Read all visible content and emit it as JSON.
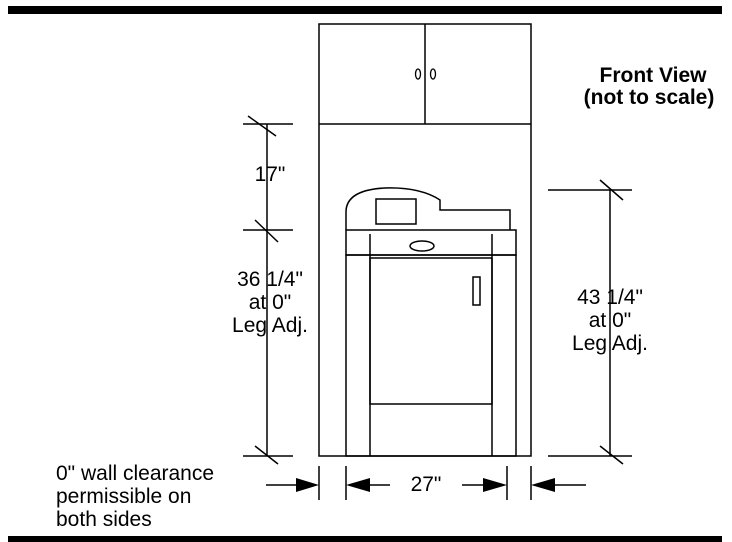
{
  "title": {
    "line1": "Front View",
    "line2": "(not to scale)"
  },
  "dimensions": {
    "cabinet_gap": "17\"",
    "dryer_height_left": {
      "line1": "36 1/4\"",
      "line2": "at 0\"",
      "line3": "Leg Adj."
    },
    "dryer_height_right": {
      "line1": "43 1/4\"",
      "line2": "at 0\"",
      "line3": "Leg Adj."
    },
    "width": "27\""
  },
  "note": {
    "line1": "0\" wall clearance",
    "line2": "permissible on",
    "line3": "both sides"
  },
  "icons": [
    "cabinet-door-knob-icon",
    "dryer-control-knob-icon",
    "door-handle-icon",
    "dimension-arrow-icon"
  ]
}
